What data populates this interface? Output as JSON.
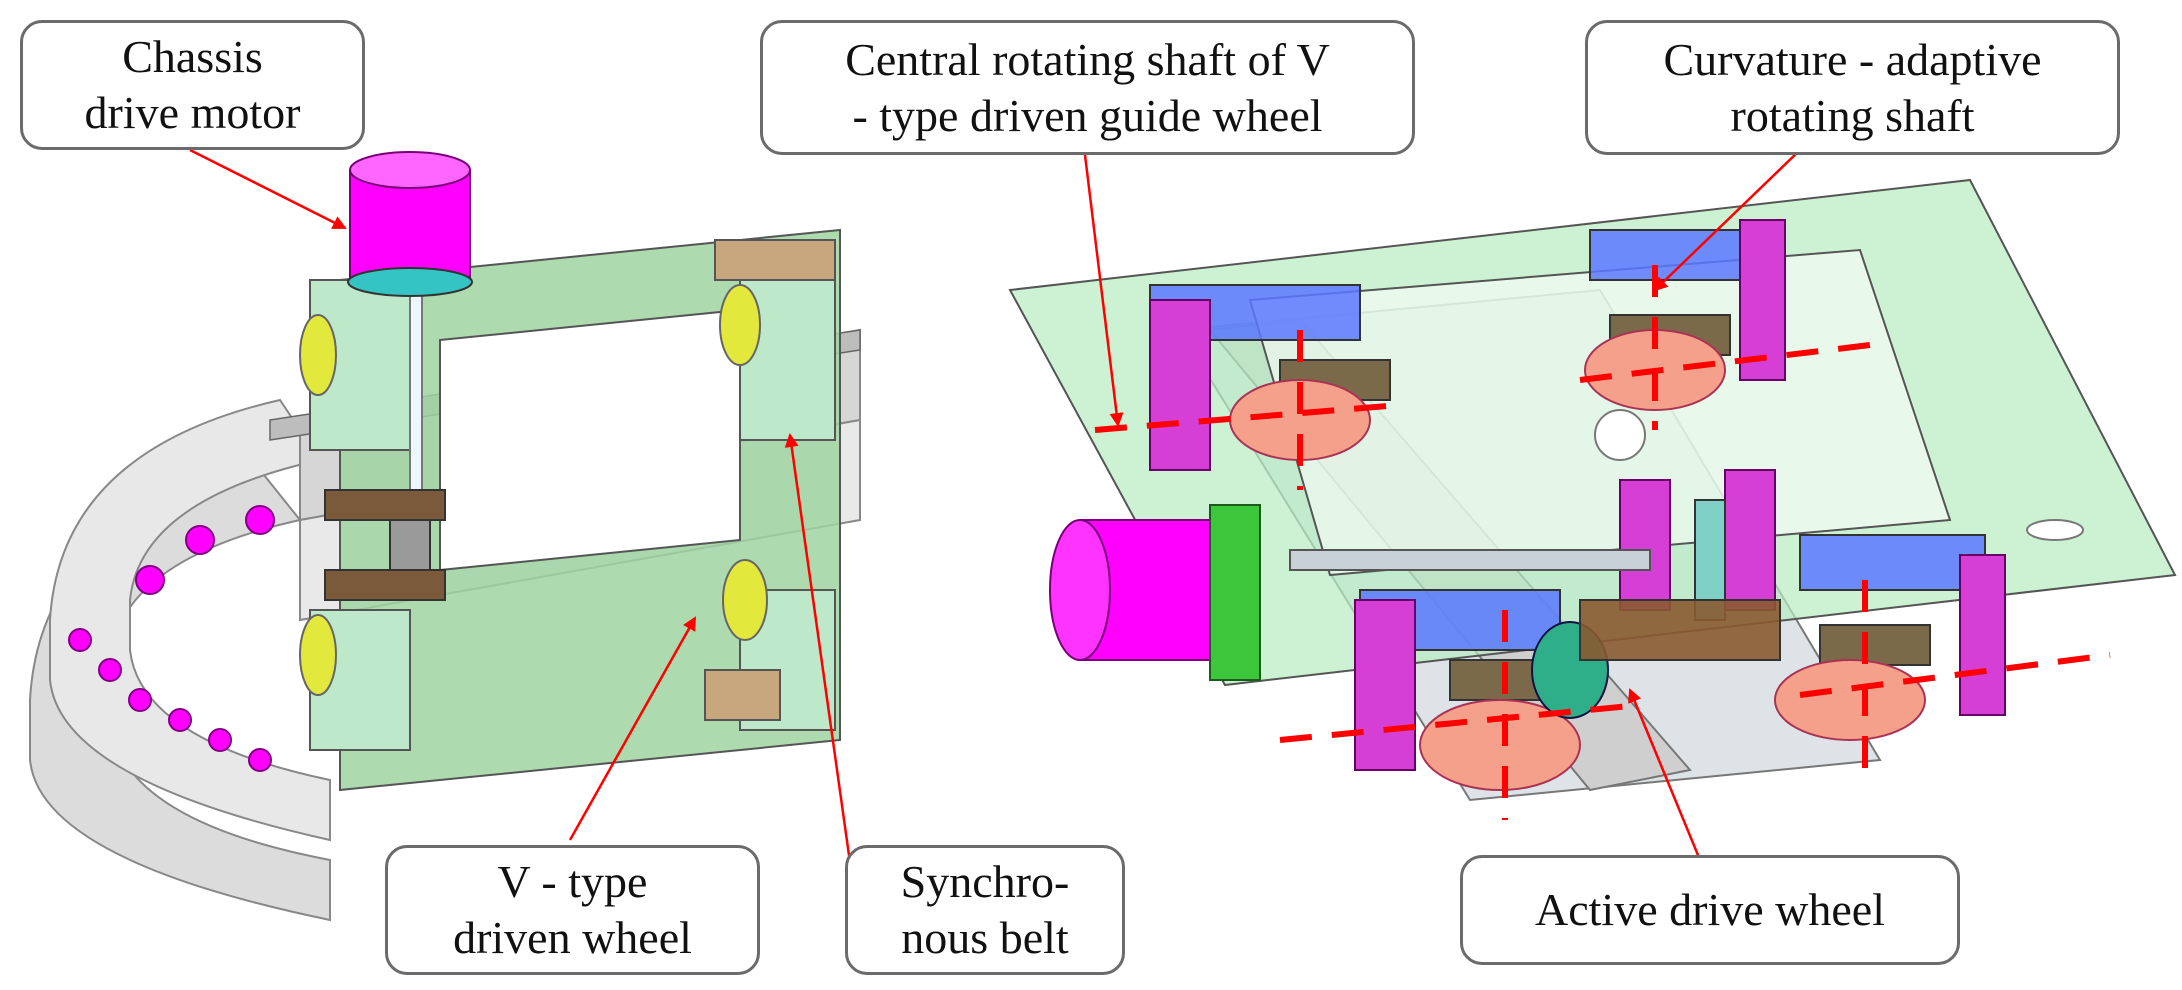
{
  "colors": {
    "motor": "#ff00ff",
    "plate_green": "#9fe0a8",
    "blue_block": "#5a78ff",
    "wheel_salmon": "#f4a08a",
    "wheel_yellow": "#e6e64a",
    "rail_gray": "#d9d9d9",
    "leader_red": "#ff0000",
    "axis_red": "#ff0000",
    "belt_teal": "#7fd1c8",
    "bracket_brown": "#7a5a3a"
  },
  "labels": {
    "chassis_drive_motor": "Chassis\ndrive motor",
    "central_rotating_shaft": "Central rotating shaft of V\n- type driven guide wheel",
    "curvature_adaptive_shaft": "Curvature - adaptive\nrotating shaft",
    "v_type_driven_wheel": "V - type\ndriven wheel",
    "synchronous_belt": "Synchro-\nnous belt",
    "active_drive_wheel": "Active drive wheel"
  }
}
